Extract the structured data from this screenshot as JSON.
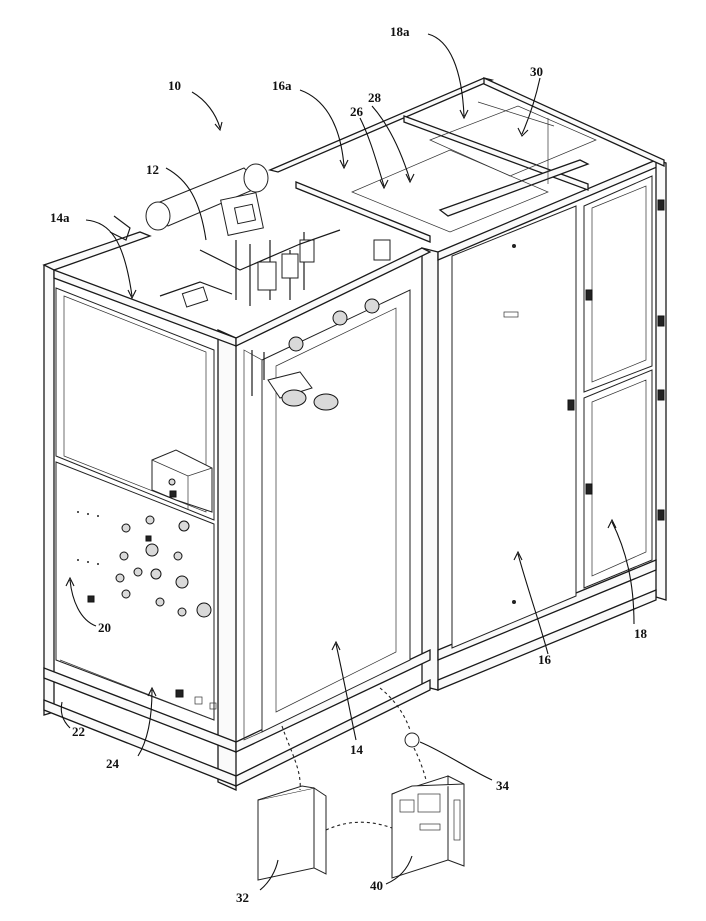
{
  "labels": {
    "l10": "10",
    "l12": "12",
    "l14": "14",
    "l14a": "14a",
    "l16": "16",
    "l16a": "16a",
    "l18": "18",
    "l18a": "18a",
    "l20": "20",
    "l22": "22",
    "l24": "24",
    "l26": "26",
    "l28": "28",
    "l30": "30",
    "l32": "32",
    "l34": "34",
    "l40": "40"
  }
}
